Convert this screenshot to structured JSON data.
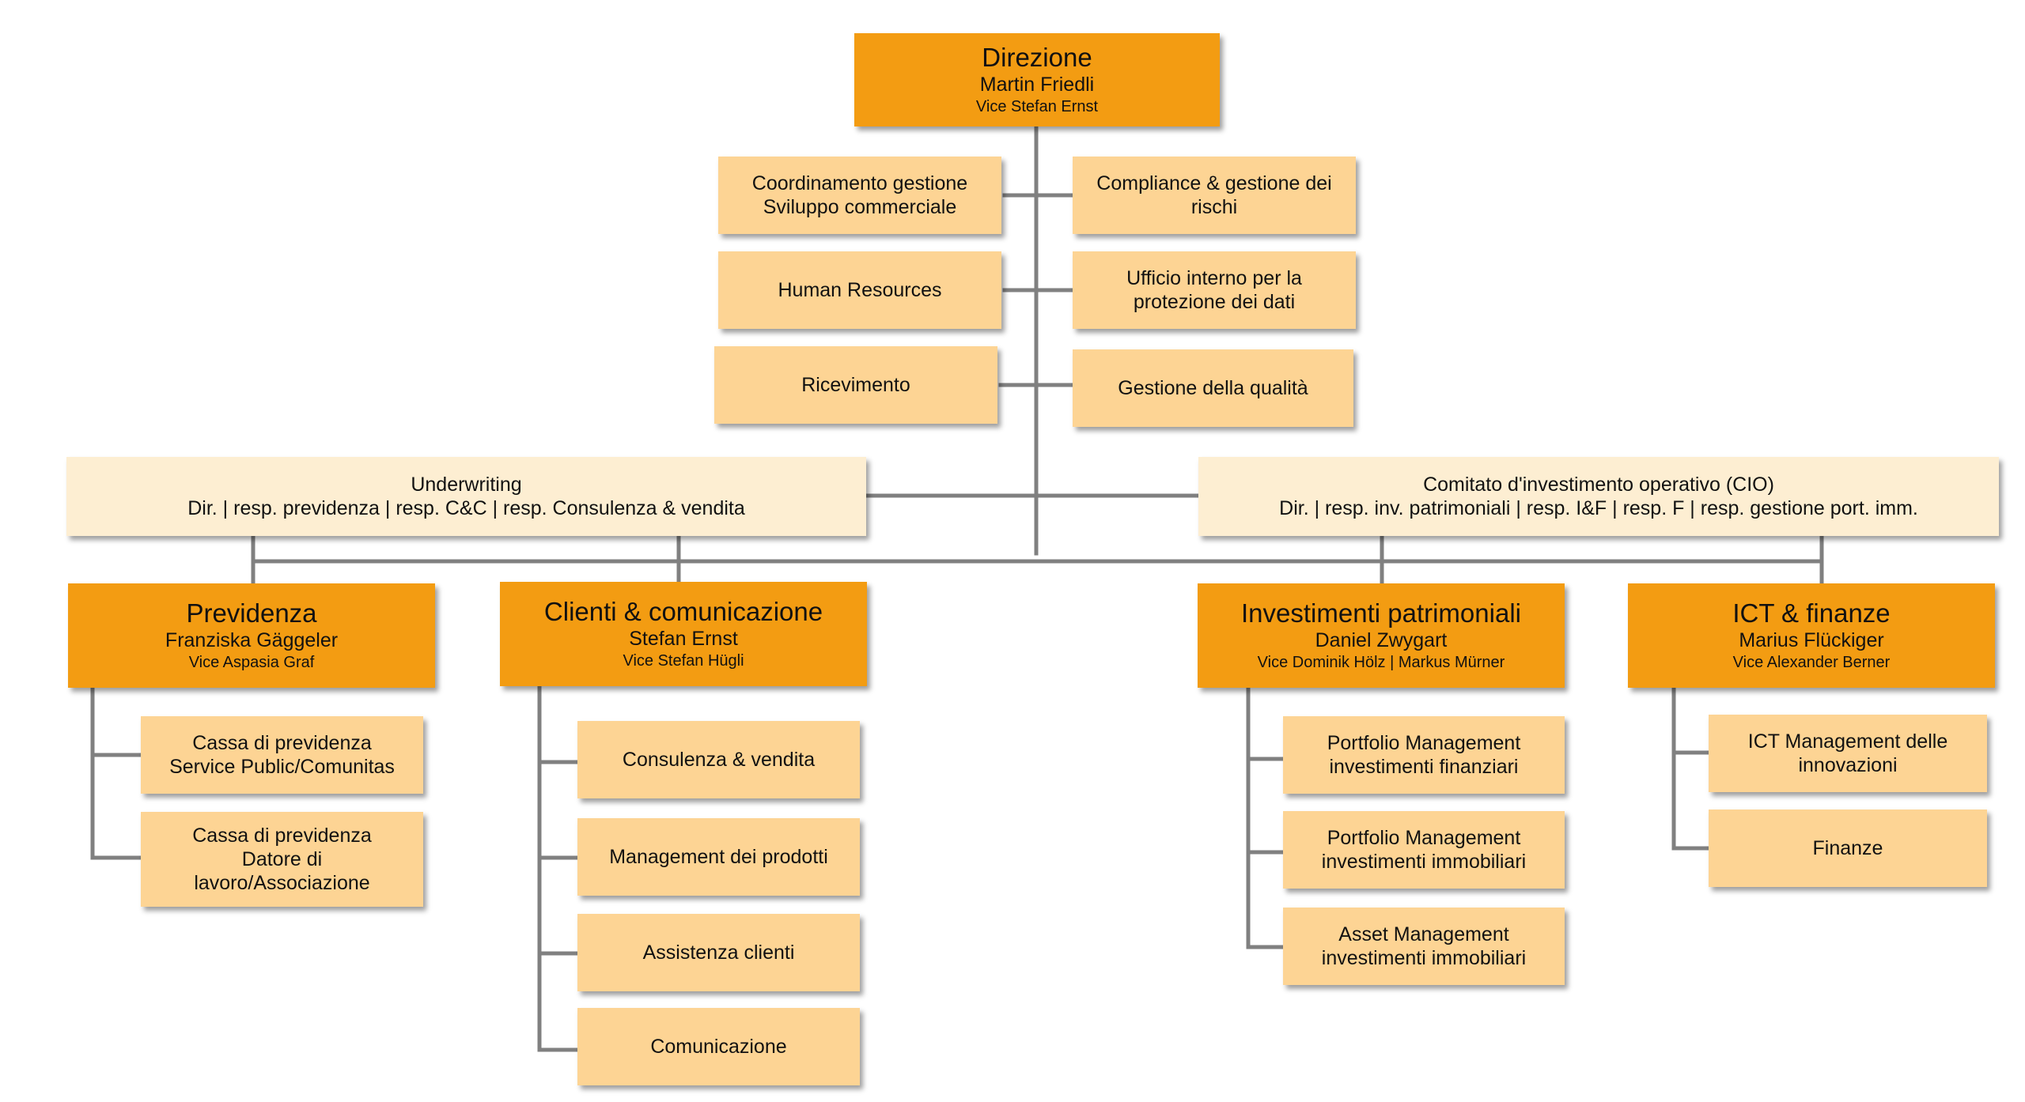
{
  "direzione": {
    "title": "Direzione",
    "person": "Martin Friedli",
    "vice": "Vice Stefan Ernst"
  },
  "staff_left": [
    "Coordinamento gestione\nSviluppo commerciale",
    "Human Resources",
    "Ricevimento"
  ],
  "staff_right": [
    "Compliance & gestione dei\nrischi",
    "Ufficio interno per la\nprotezione dei dati",
    "Gestione della qualità"
  ],
  "underwriting": {
    "title": "Underwriting",
    "members": "Dir. | resp. previdenza | resp. C&C | resp. Consulenza & vendita"
  },
  "cio": {
    "title": "Comitato d'investimento operativo (CIO)",
    "members": "Dir. | resp. inv. patrimoniali | resp. I&F | resp. F | resp. gestione port. imm."
  },
  "departments": [
    {
      "title": "Previdenza",
      "person": "Franziska Gäggeler",
      "vice": "Vice Aspasia Graf",
      "units": [
        "Cassa di previdenza\nService Public/Comunitas",
        "Cassa di previdenza\nDatore di\nlavoro/Associazione"
      ]
    },
    {
      "title": "Clienti & comunicazione",
      "person": "Stefan Ernst",
      "vice": "Vice Stefan Hügli",
      "units": [
        "Consulenza & vendita",
        "Management dei prodotti",
        "Assistenza clienti",
        "Comunicazione"
      ]
    },
    {
      "title": "Investimenti patrimoniali",
      "person": "Daniel Zwygart",
      "vice": "Vice Dominik Hölz | Markus Mürner",
      "units": [
        "Portfolio Management\ninvestimenti finanziari",
        "Portfolio Management\ninvestimenti immobiliari",
        "Asset Management\ninvestimenti immobiliari"
      ]
    },
    {
      "title": "ICT & finanze",
      "person": "Marius Flückiger",
      "vice": "Vice Alexander Berner",
      "units": [
        "ICT Management delle\ninnovazioni",
        "Finanze"
      ]
    }
  ],
  "colors": {
    "head": "#f39c12",
    "unit": "#fdd494",
    "committee": "#fdeed2",
    "connector": "#808080"
  }
}
